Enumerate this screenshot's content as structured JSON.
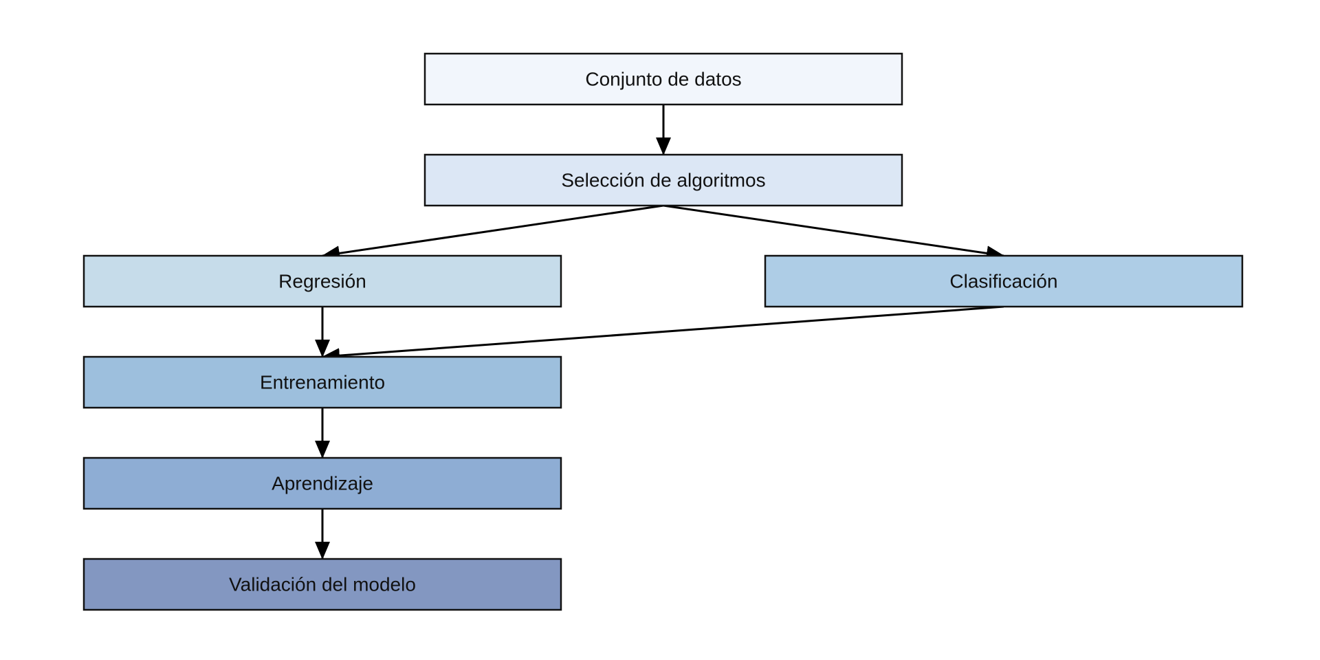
{
  "diagram": {
    "nodes": [
      {
        "id": "conjunto",
        "label": "Conjunto de datos",
        "fill": "#f2f6fc"
      },
      {
        "id": "seleccion",
        "label": "Selección de algoritmos",
        "fill": "#dce7f5"
      },
      {
        "id": "regresion",
        "label": "Regresión",
        "fill": "#c6dcea"
      },
      {
        "id": "clasificacion",
        "label": "Clasificación",
        "fill": "#aecde6"
      },
      {
        "id": "entrenamiento",
        "label": "Entrenamiento",
        "fill": "#9dbfdd"
      },
      {
        "id": "aprendizaje",
        "label": "Aprendizaje",
        "fill": "#8eadd4"
      },
      {
        "id": "validacion",
        "label": "Validación del modelo",
        "fill": "#8397c1"
      }
    ],
    "edges": [
      {
        "from": "conjunto",
        "to": "seleccion"
      },
      {
        "from": "seleccion",
        "to": "regresion"
      },
      {
        "from": "seleccion",
        "to": "clasificacion"
      },
      {
        "from": "regresion",
        "to": "entrenamiento"
      },
      {
        "from": "clasificacion",
        "to": "entrenamiento"
      },
      {
        "from": "entrenamiento",
        "to": "aprendizaje"
      },
      {
        "from": "aprendizaje",
        "to": "validacion"
      }
    ]
  }
}
